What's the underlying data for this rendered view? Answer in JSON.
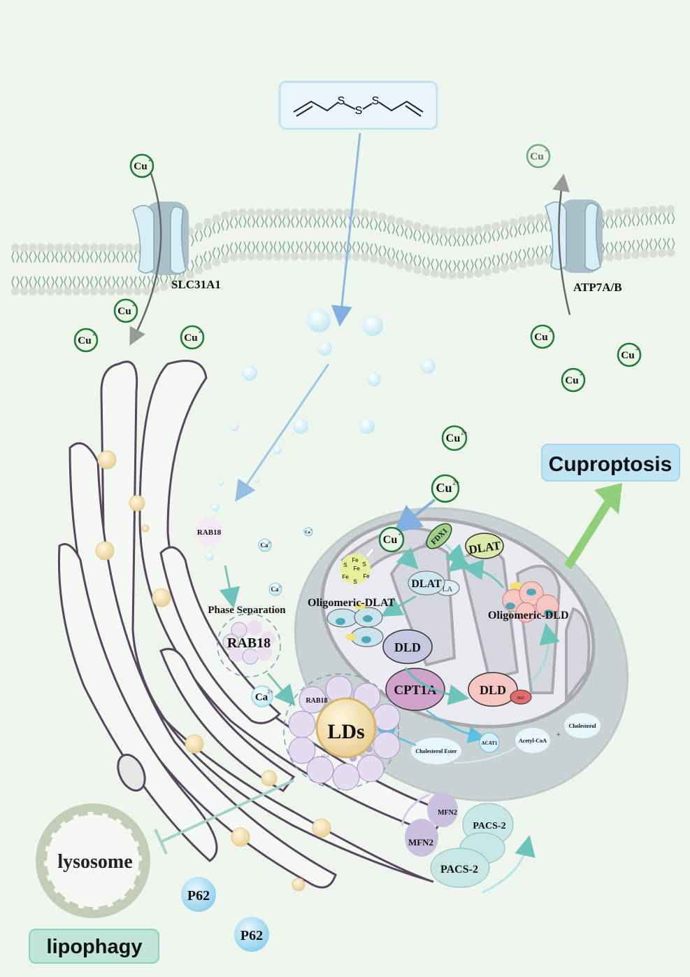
{
  "molecule": {
    "atoms": [
      "S",
      "S",
      "S"
    ]
  },
  "membrane": {
    "left_transporter": "SLC31A1",
    "right_transporter": "ATP7A/B"
  },
  "ions": [
    {
      "text": "Cu",
      "charge": "+",
      "color": "#1e7a35"
    },
    {
      "text": "Cu",
      "charge": "+",
      "color": "#1e7a35"
    },
    {
      "text": "Cu",
      "charge": "+",
      "color": "#1e7a35"
    },
    {
      "text": "Cu",
      "charge": "+",
      "color": "#1e7a35"
    },
    {
      "text": "Cu",
      "charge": "+",
      "color": "#1e7a35"
    },
    {
      "text": "Cu",
      "charge": "+",
      "color": "#1e7a35"
    },
    {
      "text": "Cu",
      "charge": "+",
      "color": "#1e7a35"
    },
    {
      "text": "Cu",
      "charge": "+",
      "color": "#1e7a35"
    },
    {
      "text": "Cu",
      "charge": "2+",
      "color": "#1e7a35"
    },
    {
      "text": "Cu",
      "charge": "2+",
      "color": "#1e7a35"
    },
    {
      "text": "Cu",
      "charge": "+",
      "color": "#1e7a35"
    }
  ],
  "calcium": [
    {
      "text": "Ca",
      "charge": "2+"
    },
    {
      "text": "Ca",
      "charge": "2+"
    },
    {
      "text": "Ca",
      "charge": "2+"
    },
    {
      "text": "Ca",
      "charge": "2+"
    }
  ],
  "outcome": {
    "label": "Cuproptosis",
    "arrow_color": "#8fcf78"
  },
  "rab18": {
    "free_label": "RAB18",
    "phase_separation": "Phase Separation",
    "cluster_label": "RAB18",
    "ld_label": "RAB18",
    "lc3_label": "LC-3"
  },
  "lipid_droplets": {
    "label": "LDs"
  },
  "mitochondrion": {
    "fes_atoms": [
      "Fe",
      "Fe",
      "Fe",
      "Fe",
      "S",
      "S",
      "S"
    ],
    "cu_inner": "Cu",
    "fdx1": "FDX1",
    "dlat_free": "DLAT",
    "dlat_la": "DLAT",
    "la": "LA",
    "oligomeric_dlat": "Oligomeric-DLAT",
    "oligomeric_dld": "Oligomeric-DLD",
    "dld_1": "DLD",
    "dld_2": "DLD",
    "suc": "suc",
    "cpt1a": "CPT1A",
    "acat1": "ACAT1",
    "acetyl_coa": "Acetyl-CoA",
    "plus": "+",
    "cholesterol": "Cholesterol",
    "cholesterol_ester": "Cholesterol Ester"
  },
  "tethers": {
    "mfn2_a": "MFN2",
    "mfn2_b": "MFN2",
    "pacs2_a": "PACS-2",
    "pacs2_b": "PACS-2"
  },
  "lysosome": {
    "label": "lysosome"
  },
  "p62": [
    "P62",
    "P62"
  ],
  "lipophagy": {
    "label": "lipophagy"
  }
}
